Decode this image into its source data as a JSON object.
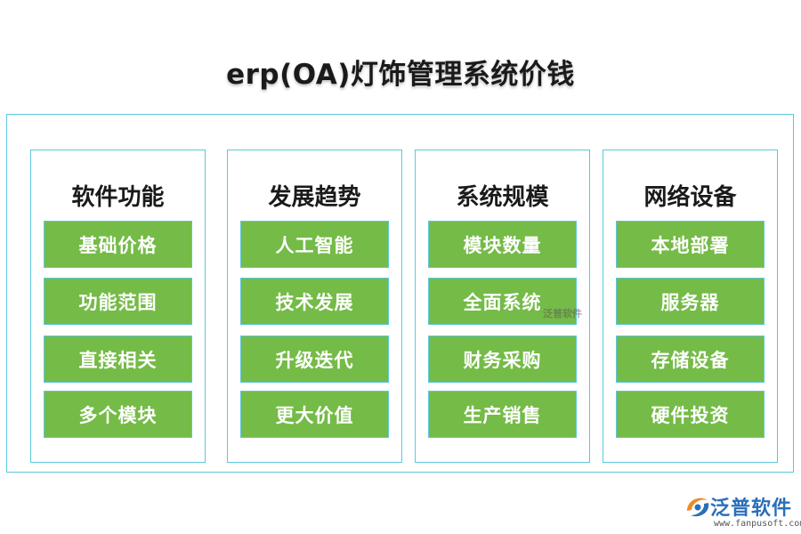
{
  "title": "erp(OA)灯饰管理系统价钱",
  "columns": [
    {
      "title": "软件功能",
      "items": [
        "基础价格",
        "功能范围",
        "直接相关",
        "多个模块"
      ]
    },
    {
      "title": "发展趋势",
      "items": [
        "人工智能",
        "技术发展",
        "升级迭代",
        "更大价值"
      ]
    },
    {
      "title": "系统规模",
      "items": [
        "模块数量",
        "全面系统",
        "财务采购",
        "生产销售"
      ]
    },
    {
      "title": "网络设备",
      "items": [
        "本地部署",
        "服务器",
        "存储设备",
        "硬件投资"
      ]
    }
  ],
  "watermark": "泛普软件",
  "logo": {
    "name": "泛普软件",
    "url": "www.fanpusoft.com"
  },
  "colors": {
    "item_fill": "#75bb47",
    "frame_border": "#5bc8dc",
    "logo_blue": "#2a6fb8"
  }
}
